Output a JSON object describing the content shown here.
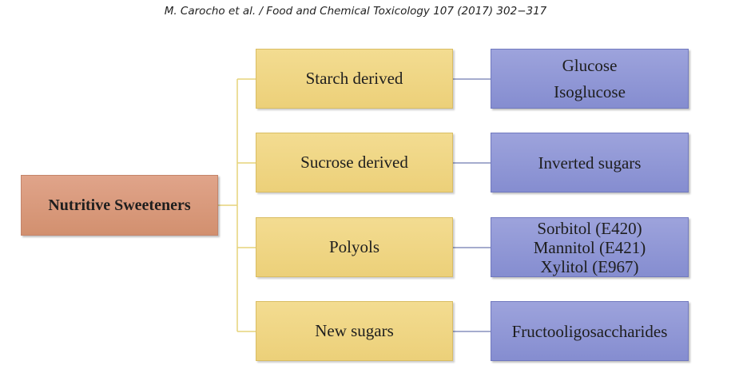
{
  "header": "M. Carocho et al. / Food and Chemical Toxicology 107 (2017) 302−317",
  "root": "Nutritive Sweeteners",
  "categories": [
    {
      "label": "Starch derived",
      "items": [
        "Glucose",
        "Isoglucose"
      ]
    },
    {
      "label": "Sucrose derived",
      "items": [
        "Inverted sugars"
      ]
    },
    {
      "label": "Polyols",
      "items": [
        "Sorbitol (E420)",
        "Mannitol (E421)",
        "Xylitol (E967)"
      ]
    },
    {
      "label": "New sugars",
      "items": [
        "Fructooligosaccharides"
      ]
    }
  ],
  "colors": {
    "root_fill": "#d9987a",
    "category_fill": "#f0d585",
    "item_fill": "#9399d6",
    "bracket_line": "#e6d37a",
    "link_line": "#6f7bb0"
  }
}
